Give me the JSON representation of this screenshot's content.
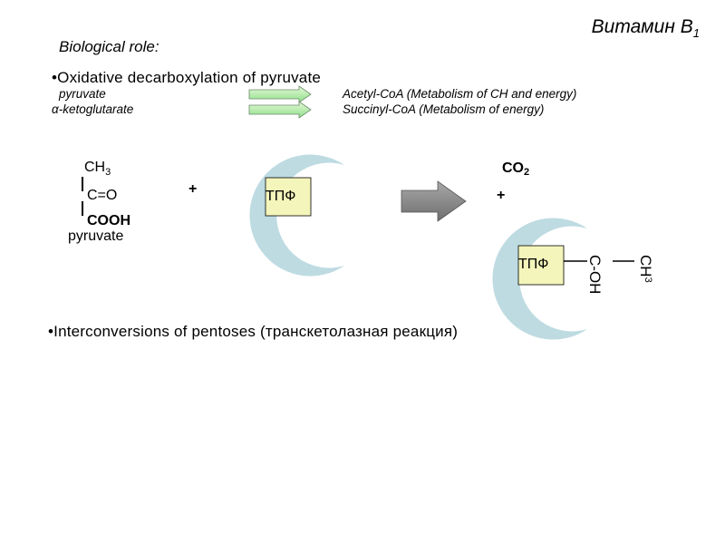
{
  "title": {
    "main": "Витамин B",
    "sub": "1"
  },
  "subtitle": "Biological role:",
  "bullets": {
    "b1": "•Oxidative  decarboxylation of pyruvate",
    "b2": "•Interconversions of pentoses (транскетолазная реакция)"
  },
  "reactions": [
    {
      "from": "pyruvate",
      "to": "Acetyl-CoA (Metabolism of CH and energy)"
    },
    {
      "from": "α-ketoglutarate",
      "to": "Succinyl-CoA (Metabolism of energy)"
    }
  ],
  "pyruvate_structure": {
    "ch3": "CH",
    "ch3_sub": "3",
    "co": "C=O",
    "cooh": "COOH",
    "name": "pyruvate"
  },
  "plus": "+",
  "enzyme_label": "ТПФ",
  "product": {
    "co2": "CO",
    "co2_sub": "2"
  },
  "bound_group": {
    "coh": "C-OH",
    "ch3": "CH",
    "ch3_sub": "3"
  },
  "colors": {
    "enzyme_fill": "#bedbe2",
    "tpf_box": "#f4f5ba",
    "arrow_fill": "#8a8a8a",
    "small_arrow_top": "#e6f8d8",
    "small_arrow_bottom": "#8fe08a"
  }
}
